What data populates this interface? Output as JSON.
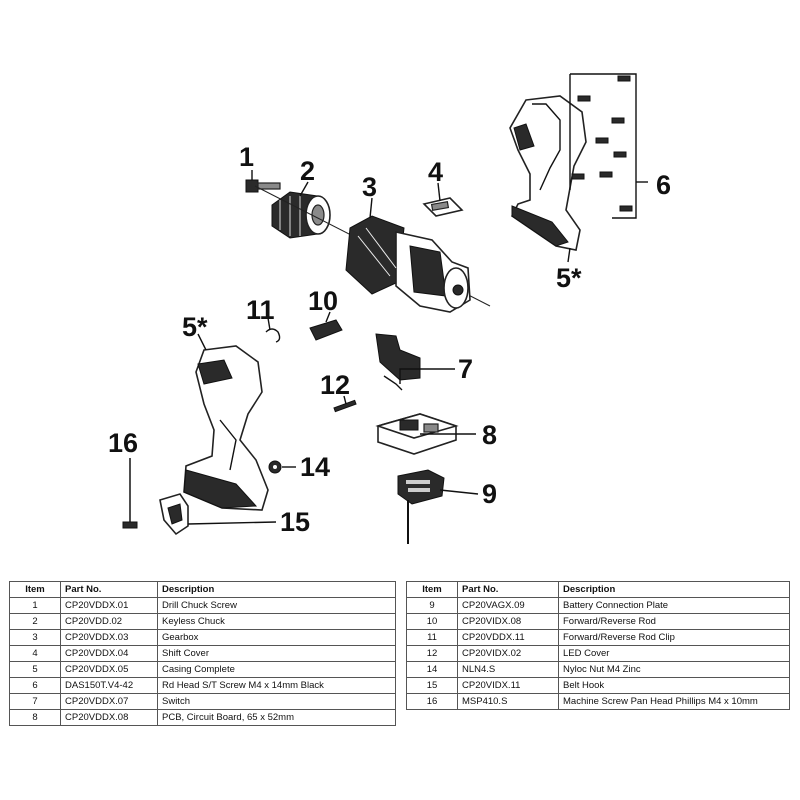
{
  "callouts": {
    "c1": "1",
    "c2": "2",
    "c3": "3",
    "c4": "4",
    "c5a": "5*",
    "c5b": "5*",
    "c6": "6",
    "c7": "7",
    "c8": "8",
    "c9": "9",
    "c10": "10",
    "c11": "11",
    "c12": "12",
    "c14": "14",
    "c15": "15",
    "c16": "16"
  },
  "table_headers": {
    "item": "Item",
    "part_no": "Part No.",
    "description": "Description"
  },
  "table_left": [
    {
      "item": "1",
      "part_no": "CP20VDDX.01",
      "description": "Drill Chuck Screw"
    },
    {
      "item": "2",
      "part_no": "CP20VDD.02",
      "description": "Keyless Chuck"
    },
    {
      "item": "3",
      "part_no": "CP20VDDX.03",
      "description": "Gearbox"
    },
    {
      "item": "4",
      "part_no": "CP20VDDX.04",
      "description": "Shift Cover"
    },
    {
      "item": "5",
      "part_no": "CP20VDDX.05",
      "description": "Casing Complete"
    },
    {
      "item": "6",
      "part_no": "DAS150T.V4-42",
      "description": "Rd Head S/T Screw M4 x 14mm Black"
    },
    {
      "item": "7",
      "part_no": "CP20VDDX.07",
      "description": "Switch"
    },
    {
      "item": "8",
      "part_no": "CP20VDDX.08",
      "description": "PCB, Circuit Board, 65 x 52mm"
    }
  ],
  "table_right": [
    {
      "item": "9",
      "part_no": "CP20VAGX.09",
      "description": "Battery Connection Plate"
    },
    {
      "item": "10",
      "part_no": "CP20VIDX.08",
      "description": "Forward/Reverse Rod"
    },
    {
      "item": "11",
      "part_no": "CP20VDDX.11",
      "description": "Forward/Reverse Rod Clip"
    },
    {
      "item": "12",
      "part_no": "CP20VIDX.02",
      "description": "LED Cover"
    },
    {
      "item": "14",
      "part_no": "NLN4.S",
      "description": "Nyloc Nut M4 Zinc"
    },
    {
      "item": "15",
      "part_no": "CP20VIDX.11",
      "description": "Belt Hook"
    },
    {
      "item": "16",
      "part_no": "MSP410.S",
      "description": "Machine Screw Pan Head Phillips M4 x 10mm"
    }
  ]
}
